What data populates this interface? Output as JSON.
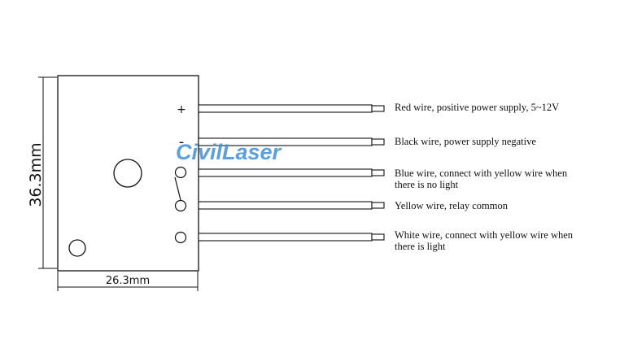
{
  "dimensions": {
    "width_label": "26.3mm",
    "height_label": "36.3mm"
  },
  "board": {
    "plus_sign": "+",
    "minus_sign": "-"
  },
  "watermark": {
    "text": "CivilLaser",
    "color": "#3f8fd6"
  },
  "wires": [
    {
      "line1": "Red wire, positive power supply, 5~12V",
      "line2": ""
    },
    {
      "line1": "Black wire, power supply negative",
      "line2": ""
    },
    {
      "line1": "Blue wire, connect with yellow wire when",
      "line2": "there is no light"
    },
    {
      "line1": "Yellow wire, relay common",
      "line2": ""
    },
    {
      "line1": "White wire, connect with yellow wire when",
      "line2": "there is light"
    }
  ]
}
